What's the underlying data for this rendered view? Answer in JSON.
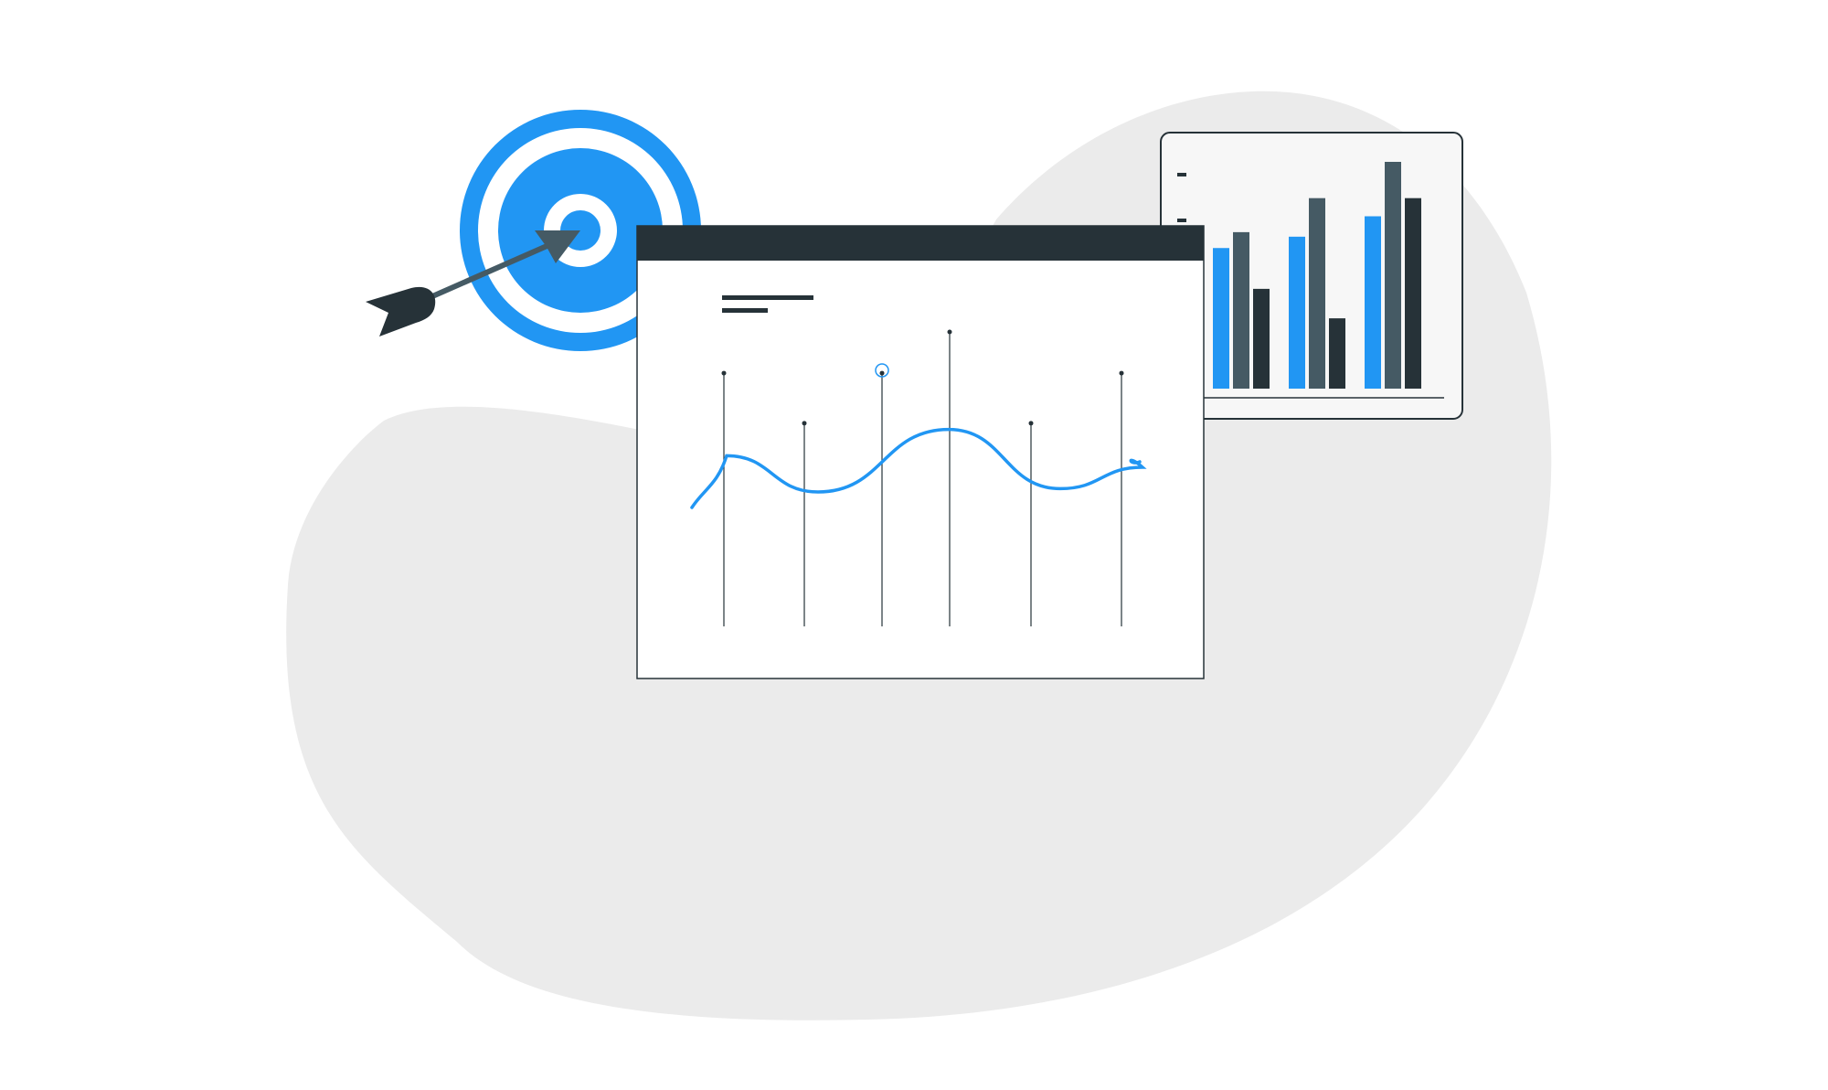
{
  "colors": {
    "background": "#ffffff",
    "blob": "#ebebeb",
    "accent_blue": "#2196f3",
    "dark": "#263238",
    "slate": "#455a64",
    "panel_fill": "#f7f7f7",
    "window_fill": "#ffffff",
    "line_gray": "#263238"
  },
  "illustration": {
    "target_icon": "bullseye-target-icon",
    "arrow_icon": "arrow-icon",
    "window_icon": "browser-window-icon",
    "bar_panel_icon": "bar-chart-panel-icon"
  },
  "chart_data": [
    {
      "type": "line",
      "title": "",
      "xlabel": "",
      "ylabel": "",
      "series": [
        {
          "values": [
            0.62,
            0.4,
            0.78,
            0.42,
            0.55
          ]
        }
      ],
      "stems": {
        "count": 6,
        "heights": [
          0.86,
          0.69,
          0.86,
          1.0,
          0.69,
          0.86
        ]
      },
      "grid": false,
      "legend": "none"
    },
    {
      "type": "bar",
      "title": "",
      "xlabel": "",
      "ylabel": "",
      "groups": 3,
      "series": [
        {
          "color": "blue",
          "values": [
            0.62,
            0.67,
            0.76
          ]
        },
        {
          "color": "slate",
          "values": [
            0.69,
            0.84,
            1.0
          ]
        },
        {
          "color": "dark",
          "values": [
            0.44,
            0.31,
            0.84
          ]
        }
      ],
      "grid": false,
      "legend": "none"
    }
  ]
}
